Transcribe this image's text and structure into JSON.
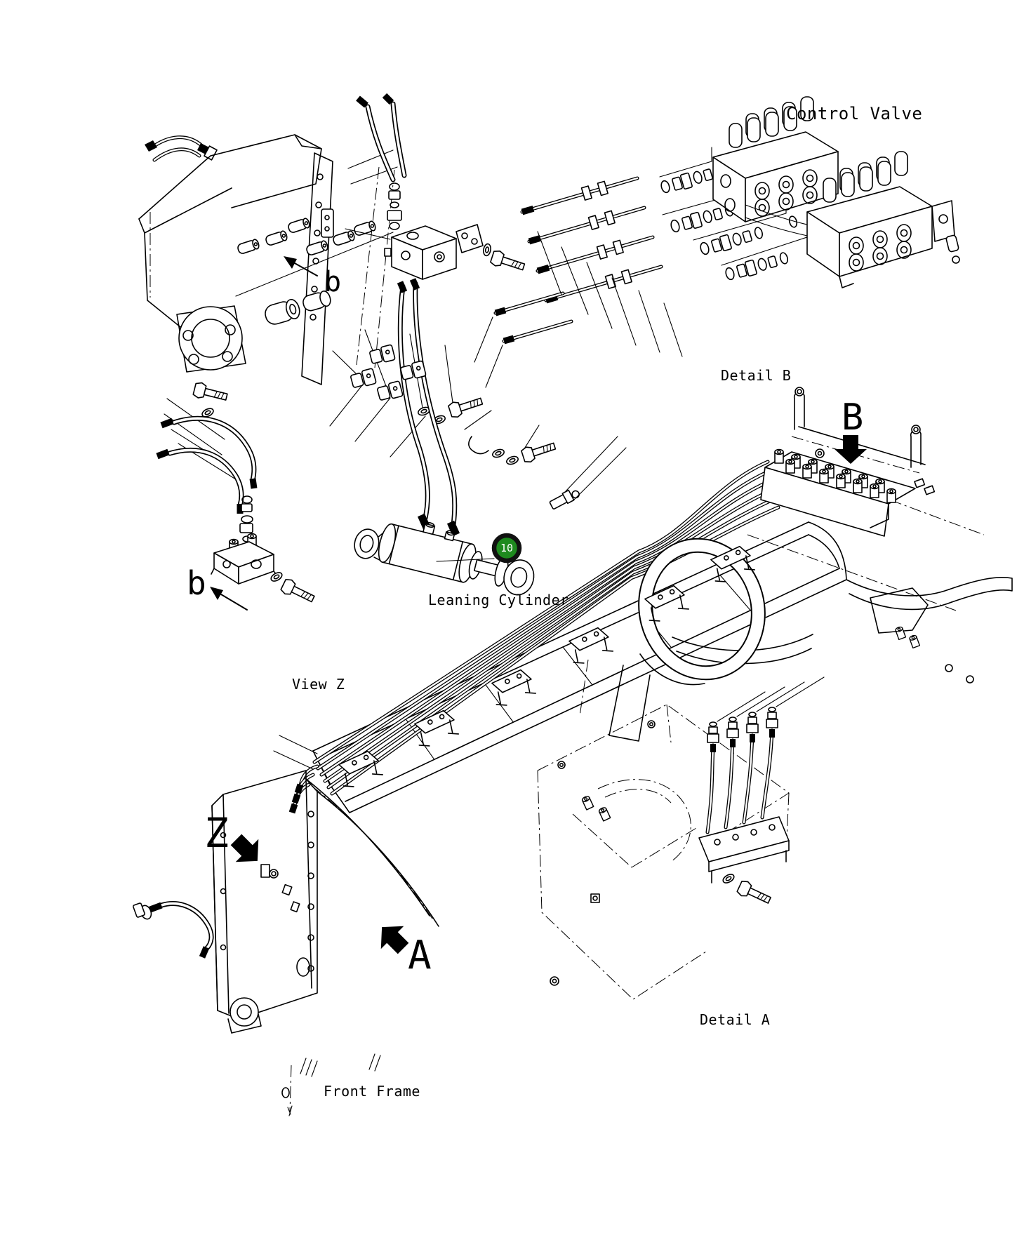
{
  "page": {
    "background": "#ffffff",
    "ink": "#000000"
  },
  "labels": {
    "control_valve": "Control Valve",
    "detail_b": "Detail B",
    "detail_a": "Detail A",
    "view_z": "View Z",
    "leaning_cylinder": "Leaning Cylinder",
    "front_frame": "Front Frame"
  },
  "markers": {
    "detail_b_arrow": "B",
    "view_z_arrow": "Z",
    "detail_a_arrow": "A",
    "sub_view_b_upper": "b",
    "sub_view_b_lower": "b"
  },
  "callout": {
    "number": "10",
    "fill": "#1e8a1e",
    "ring": "#111111",
    "text_color": "#ffffff"
  }
}
